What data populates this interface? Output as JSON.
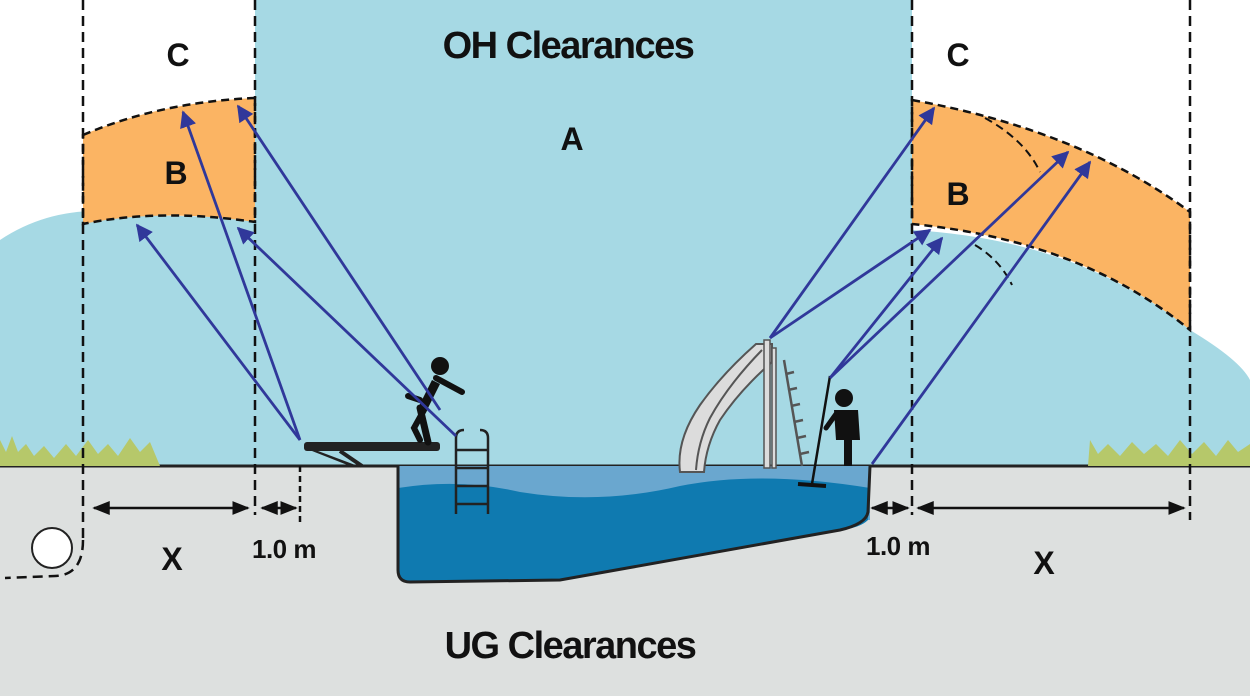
{
  "title_overhead": "OH Clearances",
  "title_underground": "UG Clearances",
  "zones": {
    "a": "A",
    "b_left": "B",
    "b_right": "B",
    "c_left": "C",
    "c_right": "C"
  },
  "dimensions": {
    "x_left": "X",
    "x_right": "X",
    "gap_left": "1.0 m",
    "gap_right": "1.0 m"
  },
  "colors": {
    "sky": "#a6d9e4",
    "ground": "#dde0df",
    "zone_b": "#fbb463",
    "water_light": "#6aa7cf",
    "water_deep": "#0f7ab0",
    "arrow": "#30389a",
    "grass": "#b6c86a"
  },
  "icons": [
    "diving-board-icon",
    "diver-icon",
    "pool-ladder-icon",
    "water-slide-icon",
    "pool-cleaner-person-icon",
    "utility-pole-icon"
  ]
}
